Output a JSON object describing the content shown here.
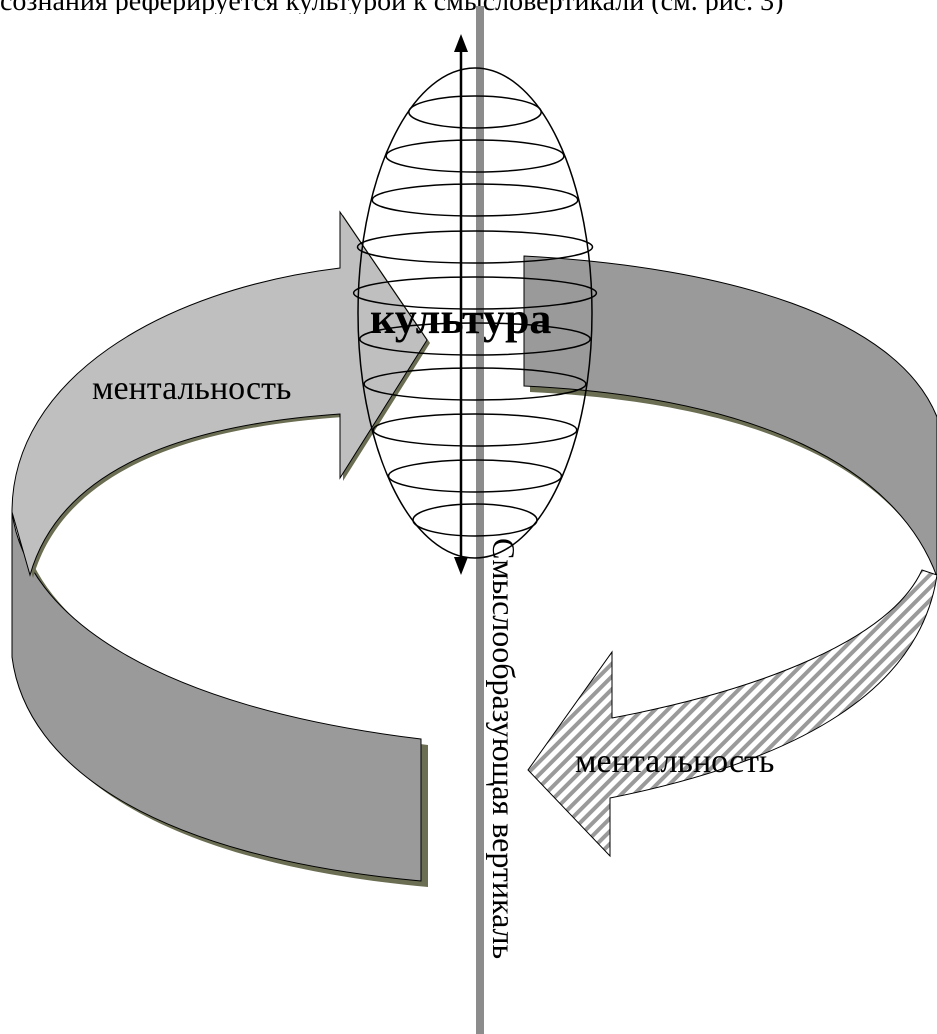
{
  "top_text_fragment": "сознания реферируется культурой к смысловертикали (см. рис. 3)",
  "labels": {
    "culture": "культура",
    "mentality_left": "ментальность",
    "mentality_right": "ментальность",
    "vertical_axis": "Смыслообразующая вертикаль"
  },
  "colors": {
    "light_arrow_fill": "#bfbfbf",
    "dark_band_fill": "#9a9a9a",
    "band_shadow": "#6b6e52",
    "axis_line": "#8c8c8c",
    "ink": "#000000",
    "hatch": "#9a9a9a"
  }
}
